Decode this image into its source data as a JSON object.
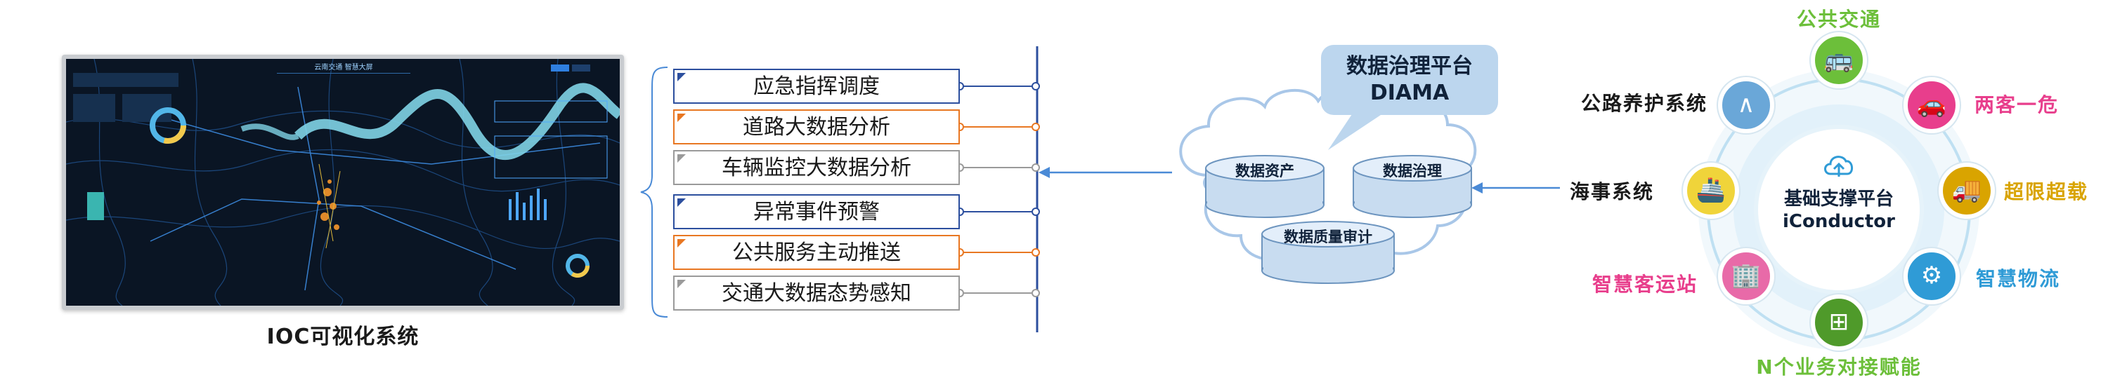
{
  "ioc": {
    "caption": "IOC可视化系统",
    "screen_title": "云南交通 智慧大屏"
  },
  "modules": [
    {
      "label": "应急指挥调度",
      "color": "#2c4f9e"
    },
    {
      "label": "道路大数据分析",
      "color": "#e87722"
    },
    {
      "label": "车辆监控大数据分析",
      "color": "#9a9a9a"
    },
    {
      "label": "异常事件预警",
      "color": "#2c4f9e"
    },
    {
      "label": "公共服务主动推送",
      "color": "#e87722"
    },
    {
      "label": "交通大数据态势感知",
      "color": "#9a9a9a"
    }
  ],
  "governance": {
    "title_line1": "数据治理平台",
    "title_line2": "DIAMA",
    "assets": "数据资产",
    "governance": "数据治理",
    "quality": "数据质量审计"
  },
  "platform": {
    "line1": "基础支撑平台",
    "line2": "iConductor",
    "nodes": [
      {
        "label": "公共交通",
        "color": "#6cbf3a",
        "icon": "bus-icon"
      },
      {
        "label": "两客一危",
        "color": "#e83e8c",
        "icon": "car-icon"
      },
      {
        "label": "超限超载",
        "color": "#d9a400",
        "icon": "truck-icon"
      },
      {
        "label": "智慧物流",
        "color": "#2f9bd6",
        "icon": "logistics-icon"
      },
      {
        "label": "N个业务对接赋能",
        "color": "#6cbf3a",
        "icon": "windows-icon"
      },
      {
        "label": "智慧客运站",
        "color": "#e83e8c",
        "icon": "station-icon"
      },
      {
        "label": "海事系统",
        "color": "#1a1a1a",
        "icon": "ship-icon"
      },
      {
        "label": "公路养护系统",
        "color": "#1a1a1a",
        "icon": "road-icon"
      }
    ]
  },
  "colors": {
    "blue": "#2c4f9e",
    "orange": "#e87722",
    "gray": "#9a9a9a",
    "arrow": "#4a8ad6",
    "cloud_stroke": "#a9c7e8"
  }
}
